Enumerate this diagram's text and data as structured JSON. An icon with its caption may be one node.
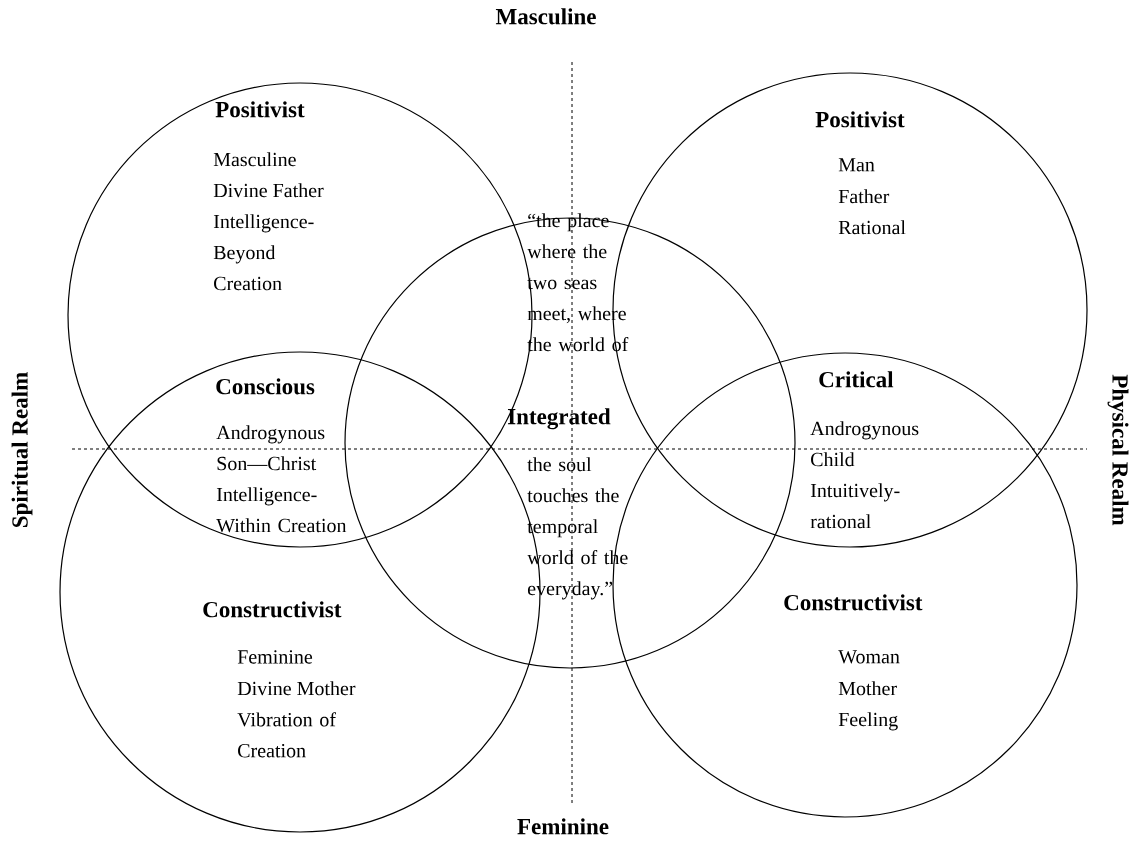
{
  "diagram": {
    "nodes": [
      {
        "text": [
          "Positivist",
          "Masculine",
          "Divine Father",
          "Intelligence-Beyond Creation"
        ]
      },
      {
        "text": [
          "Positivist",
          "Man",
          "Father",
          "Rational"
        ]
      },
      {
        "text": [
          "“the place where the two seas meet, where the world of",
          "Integrated",
          "the soul touches the temporal world of the everyday.”"
        ]
      },
      {
        "text": [
          "Constructivist",
          "Feminine",
          "Divine Mother",
          "Vibration of Creation"
        ]
      },
      {
        "text": [
          "Constructivist",
          "Woman",
          "Mother",
          "Feeling"
        ]
      }
    ],
    "labels": [
      "Masculine",
      "Spiritual Realm",
      "Conscious",
      "Androgynous",
      "Son—Christ",
      "Intelligence-Within Creation",
      "Critical",
      "Androgynous",
      "Child",
      "Intuitively-rational",
      "Physical Realm",
      "Feminine"
    ]
  }
}
